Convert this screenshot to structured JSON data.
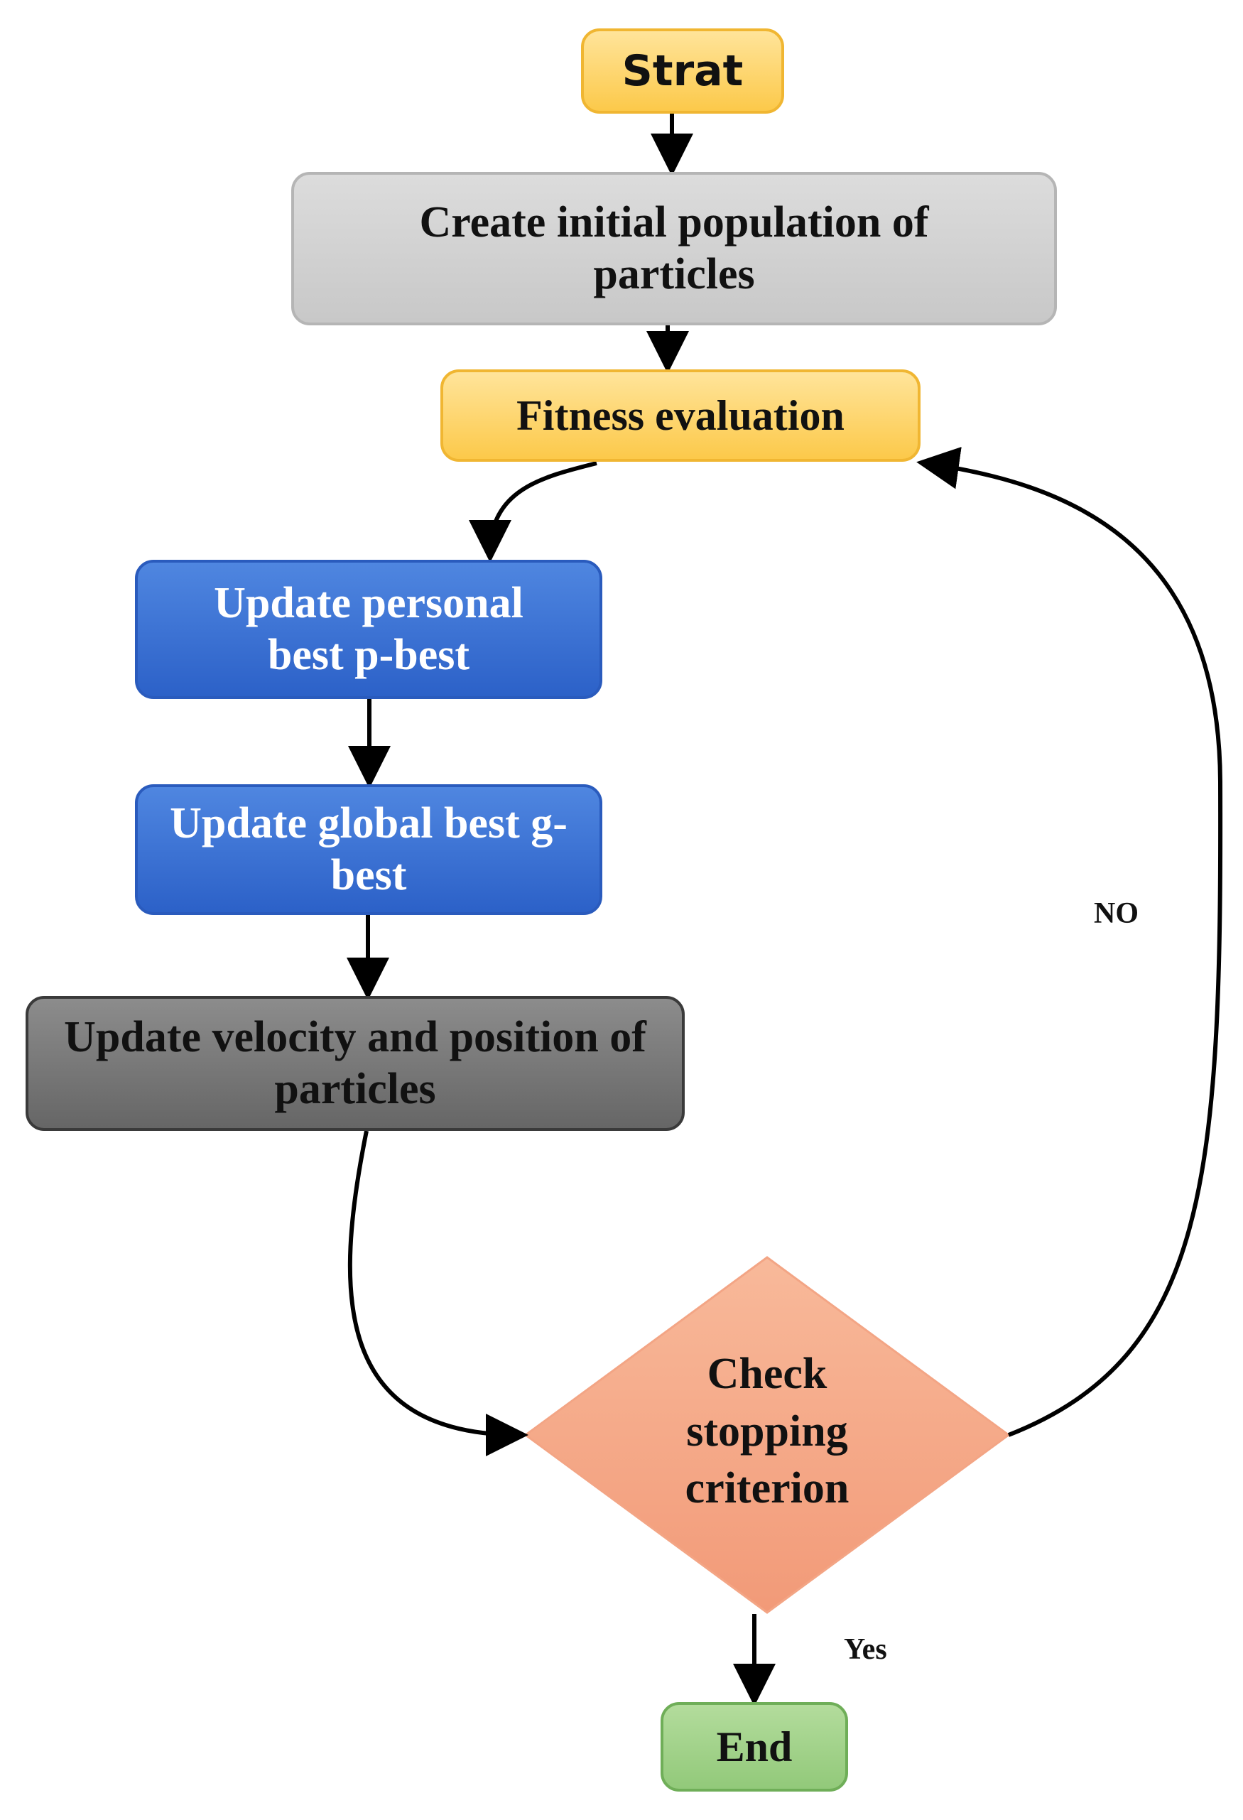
{
  "nodes": {
    "start": "Strat",
    "create": "Create initial population of particles",
    "fitness": "Fitness evaluation",
    "pbest": "Update personal best p-best",
    "gbest": "Update global best g-best",
    "velocity": "Update velocity and position of particles",
    "decision": "Check stopping criterion",
    "end": "End"
  },
  "edges": {
    "no": "NO",
    "yes": "Yes"
  },
  "colors": {
    "start_fill": "#fcc94a",
    "process_gray": "#c8c8c8",
    "process_blue": "#2c61c8",
    "process_dark_gray": "#666666",
    "decision_fill": "#f5a484",
    "end_fill": "#92c97a",
    "arrow": "#000000"
  }
}
